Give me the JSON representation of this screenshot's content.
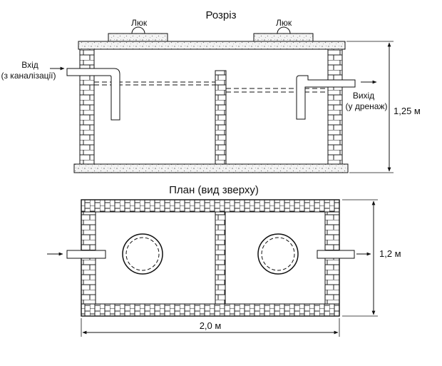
{
  "section": {
    "title": "Розріз",
    "hatch_left_label": "Люк",
    "hatch_right_label": "Люк",
    "inlet_label_line1": "Вхід",
    "inlet_label_line2": "(з каналізації)",
    "outlet_label_line1": "Вихід",
    "outlet_label_line2": "(у дренаж)",
    "height_dimension": "1,25 м"
  },
  "plan": {
    "title": "План (вид зверху)",
    "width_dimension": "1,2 м",
    "length_dimension": "2,0 м"
  },
  "colors": {
    "line": "#111111",
    "brick_fill": "#ffffff",
    "concrete_fill": "#f3f3f3",
    "concrete_speckle": "#777777"
  }
}
